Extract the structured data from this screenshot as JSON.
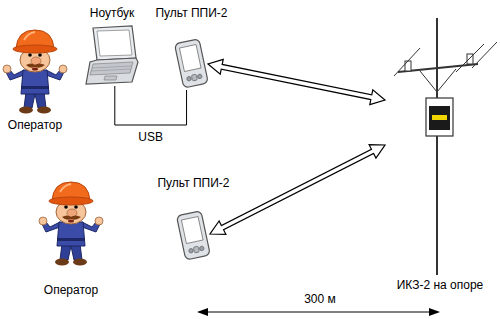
{
  "diagram": {
    "nodes": [
      {
        "text": [
          "Ноутбук"
        ]
      },
      {
        "text": [
          "Пульт ППИ-2"
        ]
      },
      {
        "text": [
          "Оператор"
        ]
      },
      {
        "text": [
          "ИКЗ-2 на опоре"
        ]
      },
      {
        "text": [
          "Пульт ППИ-2"
        ]
      },
      {
        "text": [
          "Оператор"
        ]
      }
    ],
    "edges": [
      {
        "from": 0,
        "to": 1,
        "arrow": "none",
        "label": "USB"
      },
      {
        "from": 1,
        "to": 3,
        "arrow": "both"
      },
      {
        "from": 4,
        "to": 3,
        "arrow": "both"
      }
    ],
    "labels": [
      "300 м"
    ]
  }
}
